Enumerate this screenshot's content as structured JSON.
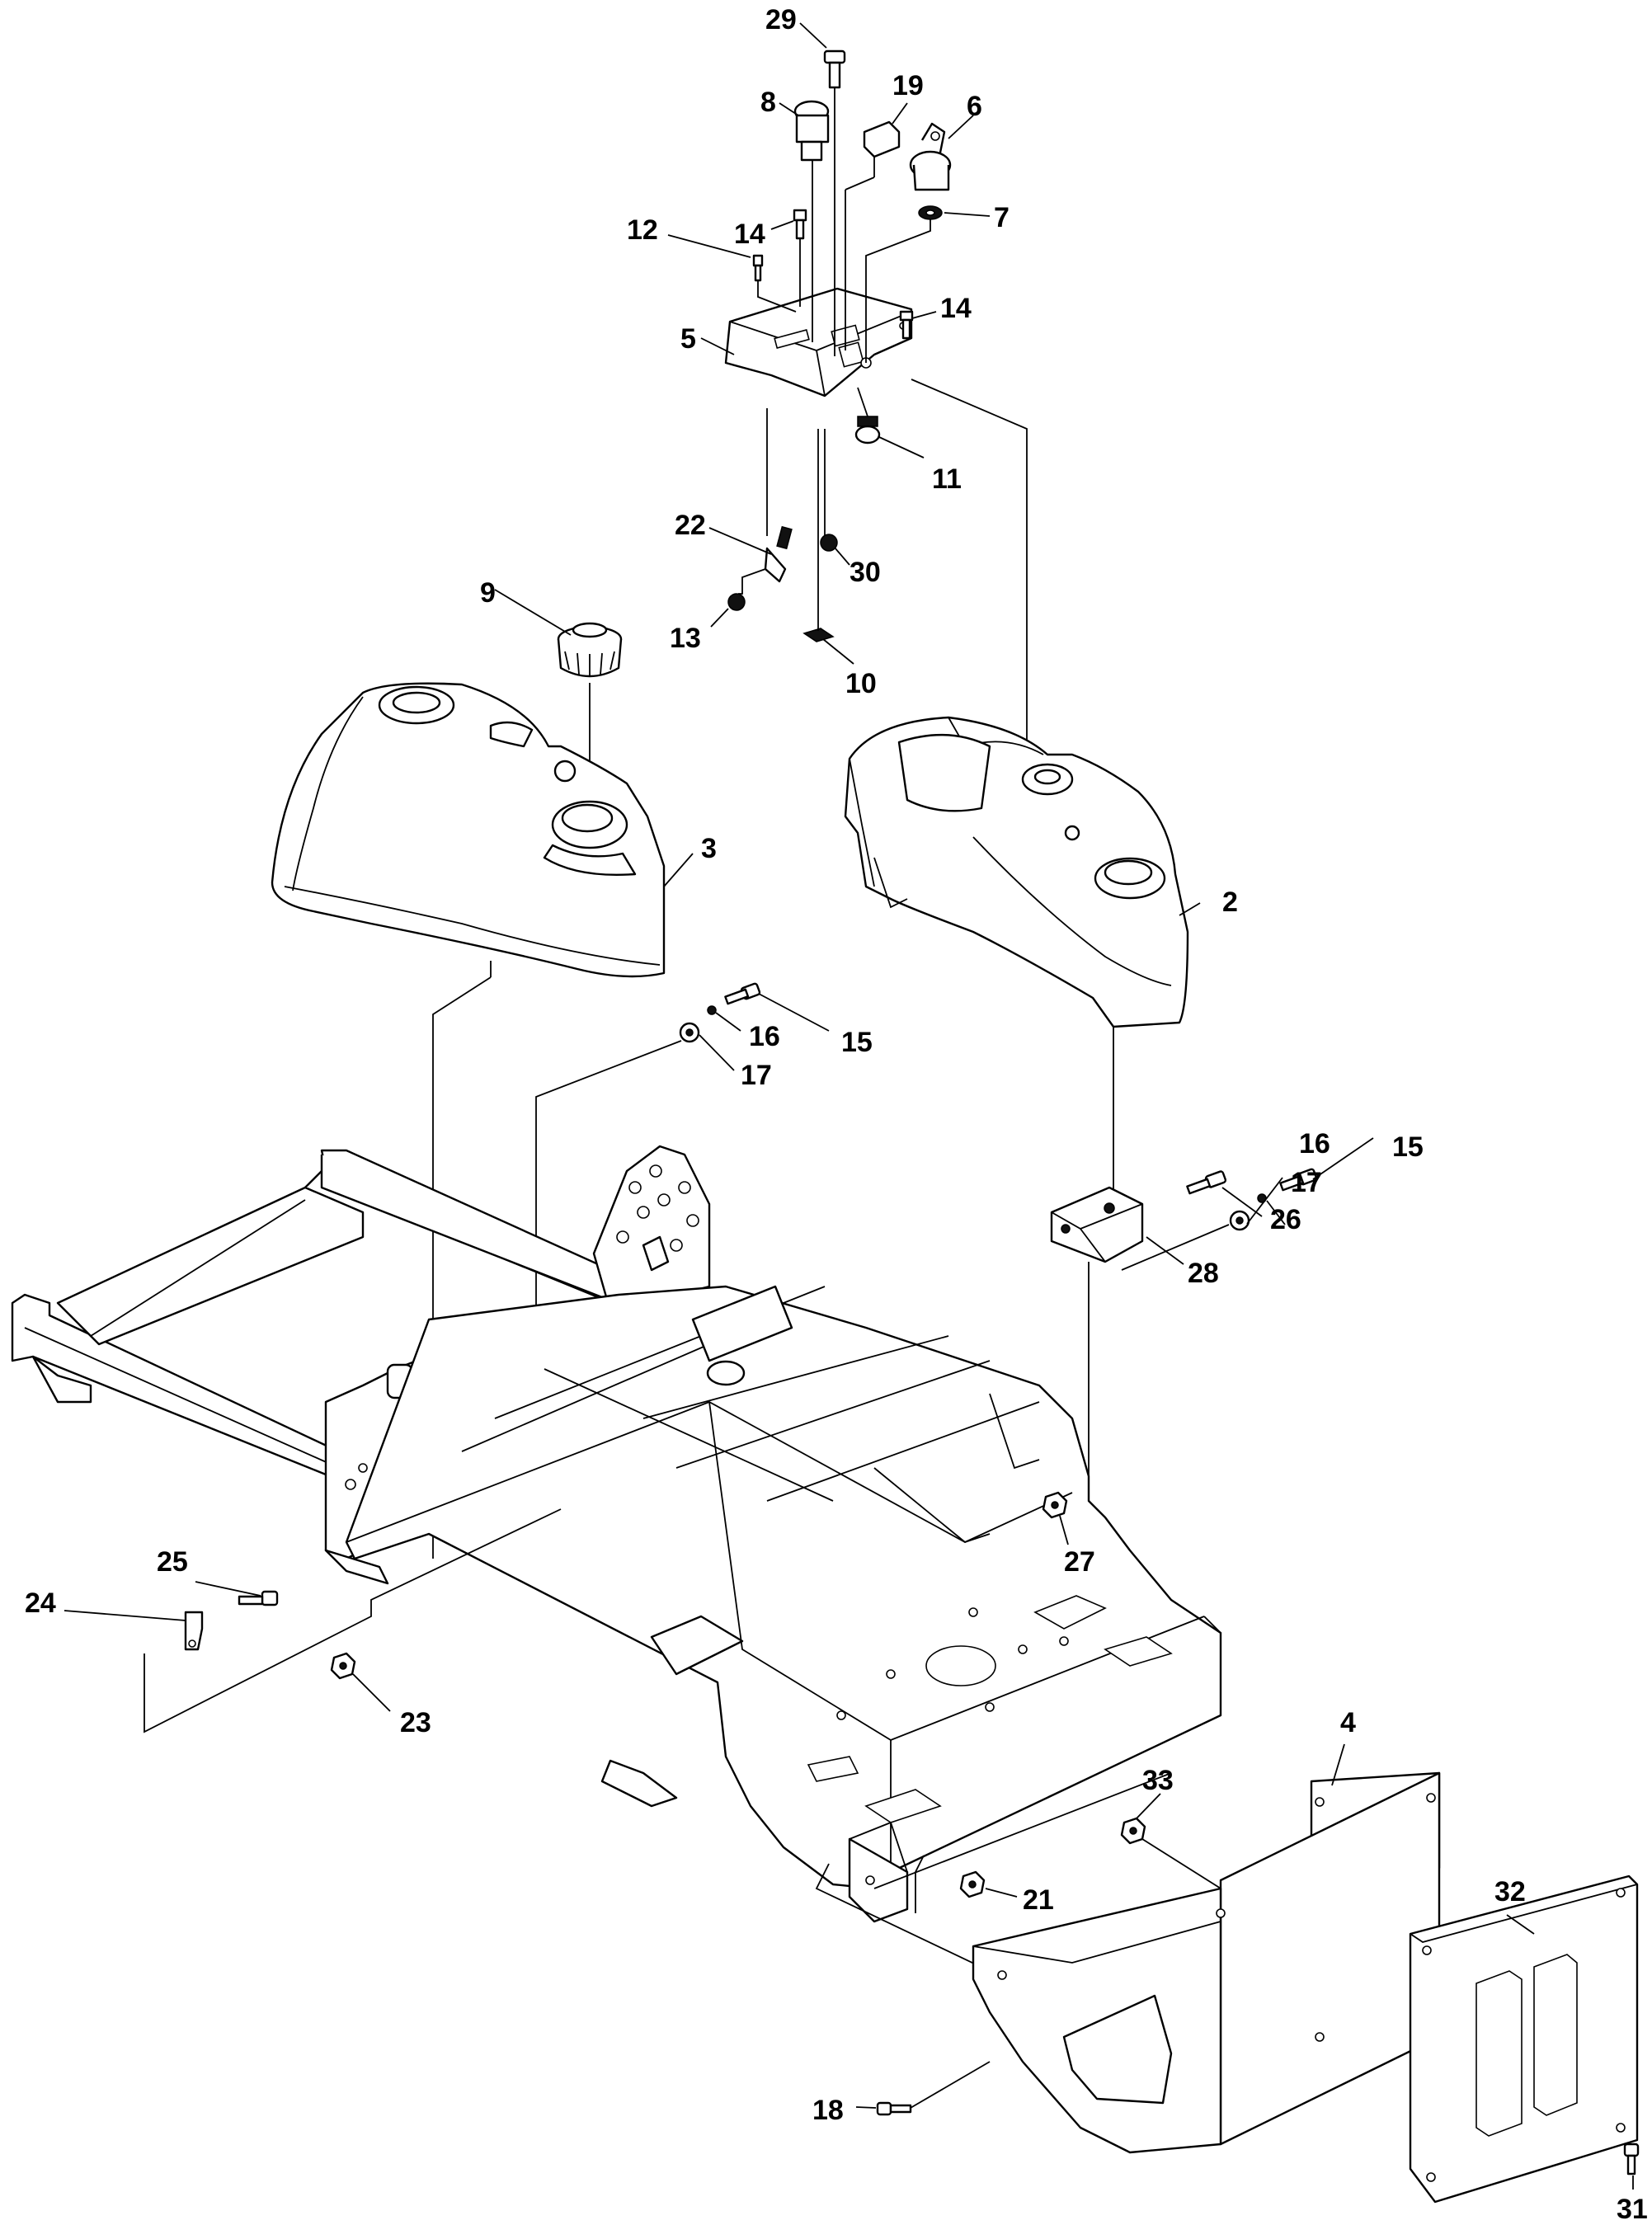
{
  "callouts": {
    "c29": "29",
    "c8": "8",
    "c19": "19",
    "c6": "6",
    "c7": "7",
    "c12": "12",
    "c14a": "14",
    "c14b": "14",
    "c5": "5",
    "c11": "11",
    "c22": "22",
    "c30": "30",
    "c9": "9",
    "c13": "13",
    "c10": "10",
    "c3": "3",
    "c2": "2",
    "c16a": "16",
    "c15a": "15",
    "c17a": "17",
    "c16b": "16",
    "c15b": "15",
    "c17b": "17",
    "c26": "26",
    "c28": "28",
    "c25": "25",
    "c24": "24",
    "c27": "27",
    "c23": "23",
    "c4": "4",
    "c33": "33",
    "c21": "21",
    "c32": "32",
    "c18": "18",
    "c31": "31"
  }
}
